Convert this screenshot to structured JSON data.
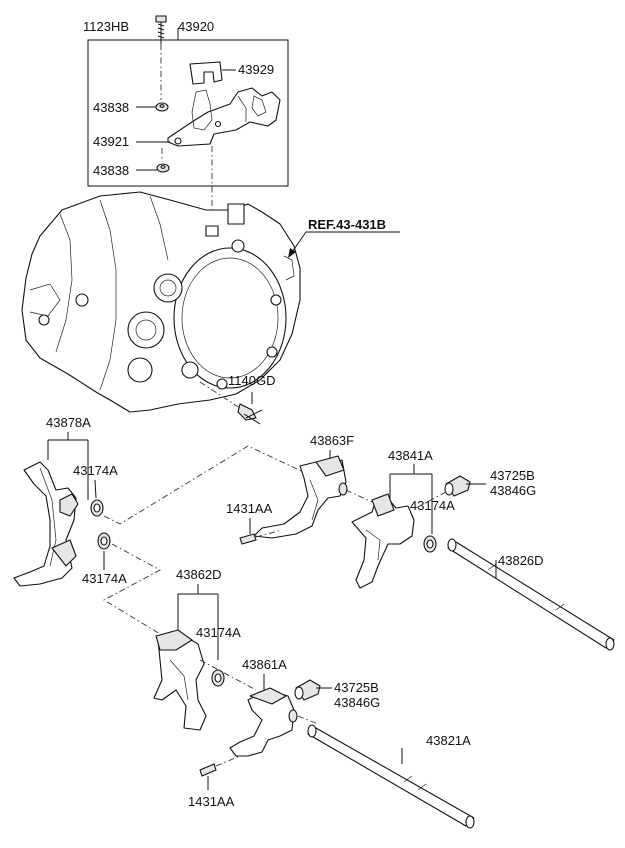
{
  "labels": {
    "p1123HB": "1123HB",
    "p43920": "43920",
    "p43929": "43929",
    "p43838a": "43838",
    "p43921": "43921",
    "p43838b": "43838",
    "ref": "REF.43-431B",
    "p1140GD": "1140GD",
    "p43878A": "43878A",
    "p43174A_a": "43174A",
    "p43174A_b": "43174A",
    "p43863F": "43863F",
    "p43841A": "43841A",
    "p43725B_a": "43725B",
    "p43846G_a": "43846G",
    "p1431AA_a": "1431AA",
    "p43174A_c": "43174A",
    "p43826D": "43826D",
    "p43862D": "43862D",
    "p43174A_d": "43174A",
    "p43861A": "43861A",
    "p43725B_b": "43725B",
    "p43846G_b": "43846G",
    "p43821A": "43821A",
    "p1431AA_b": "1431AA"
  }
}
